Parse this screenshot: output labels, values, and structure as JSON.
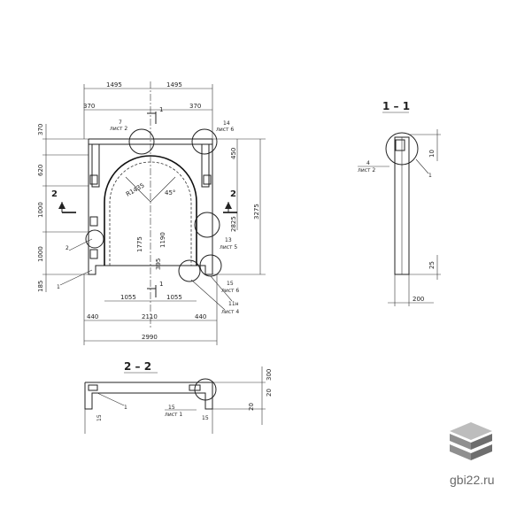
{
  "main_view": {
    "top_dims": [
      "1495",
      "1495"
    ],
    "sub_dims": [
      "370",
      "370"
    ],
    "left_dims": [
      "370",
      "620",
      "1000",
      "1000",
      "185"
    ],
    "radius_label": "R1435",
    "angle_label": "45°",
    "inner_heights": [
      "1775",
      "1190",
      "395"
    ],
    "bottom_dims": [
      "1055",
      "1055"
    ],
    "base_dims": [
      "440",
      "2110",
      "440"
    ],
    "total_width": "2990",
    "right_dims": [
      "450",
      "2825",
      "3275"
    ],
    "callouts": [
      {
        "num": "7",
        "sheet": "лист 2"
      },
      {
        "num": "14",
        "sheet": "лист 6"
      },
      {
        "num": "13",
        "sheet": "лист 5"
      },
      {
        "num": "15",
        "sheet": "лист 6"
      },
      {
        "num": "11н",
        "sheet": "лист 4"
      }
    ],
    "section_marks": [
      "1",
      "1",
      "2",
      "2"
    ],
    "pos_marks": [
      "2",
      "1"
    ]
  },
  "section_1_1": {
    "title": "1 – 1",
    "callout": {
      "num": "4",
      "sheet": "лист 2"
    },
    "pos_mark": "1",
    "dims": [
      "10",
      "25",
      "200"
    ]
  },
  "section_2_2": {
    "title": "2 – 2",
    "callout": {
      "num": "15",
      "sheet": "лист 1"
    },
    "pos_marks": [
      "1",
      "15",
      "15"
    ],
    "dims": [
      "300",
      "20",
      "20"
    ]
  },
  "watermark": {
    "text": "gbi22.ru",
    "colors": [
      "#bdbdbd",
      "#8f8f8f",
      "#6e6e6e"
    ]
  }
}
